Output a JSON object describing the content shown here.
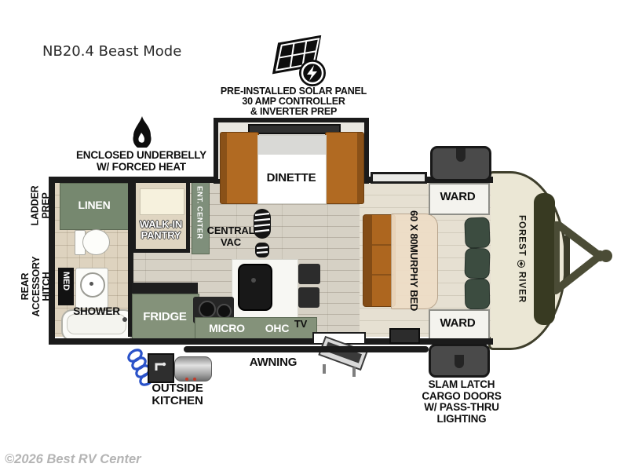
{
  "title": "NB20.4 Beast Mode",
  "watermark": "©2026 Best RV Center",
  "brand": {
    "name_top": "FOREST",
    "name_bottom": "RIVER"
  },
  "callouts": {
    "solar": [
      "PRE-INSTALLED SOLAR PANEL",
      "30 AMP CONTROLLER",
      "& INVERTER PREP"
    ],
    "underbelly": [
      "ENCLOSED UNDERBELLY",
      "W/ FORCED HEAT"
    ],
    "ladder": [
      "LADDER",
      "PREP"
    ],
    "rear_hitch": [
      "REAR",
      "ACCESSORY",
      "HITCH"
    ],
    "awning": "AWNING",
    "outside_kitchen": [
      "OUTSIDE",
      "KITCHEN"
    ],
    "slam_latch": [
      "SLAM LATCH",
      "CARGO DOORS",
      "W/ PASS-THRU",
      "LIGHTING"
    ]
  },
  "labels": {
    "dinette": "DINETTE",
    "linen": "LINEN",
    "pantry": [
      "WALK-IN",
      "PANTRY"
    ],
    "ent_center": "ENT. CENTER",
    "central_vac": [
      "CENTRAL",
      "VAC"
    ],
    "med": "MED",
    "shower": "SHOWER",
    "fridge": "FRIDGE",
    "micro": "MICRO",
    "ohc": "OHC",
    "tv": "TV",
    "ward_rear": "WARD",
    "ward_front": "WARD",
    "murphy_bed": [
      "60 X 80",
      "MURPHY BED"
    ]
  },
  "colors": {
    "wall": "#1b1b1b",
    "cabinet_green": "#84927a",
    "wood_brown": "#b16a22",
    "floor": "#d6d1c5",
    "bath_floor": "#ded3bf",
    "bed_floor": "#e6e0d2",
    "cap_cream": "#ebe7d5",
    "olive_graphic": "#383a22",
    "cargo_gray": "#4a4a4a",
    "pillow_green": "#3c4c40",
    "hose_blue": "#2a52c9"
  }
}
